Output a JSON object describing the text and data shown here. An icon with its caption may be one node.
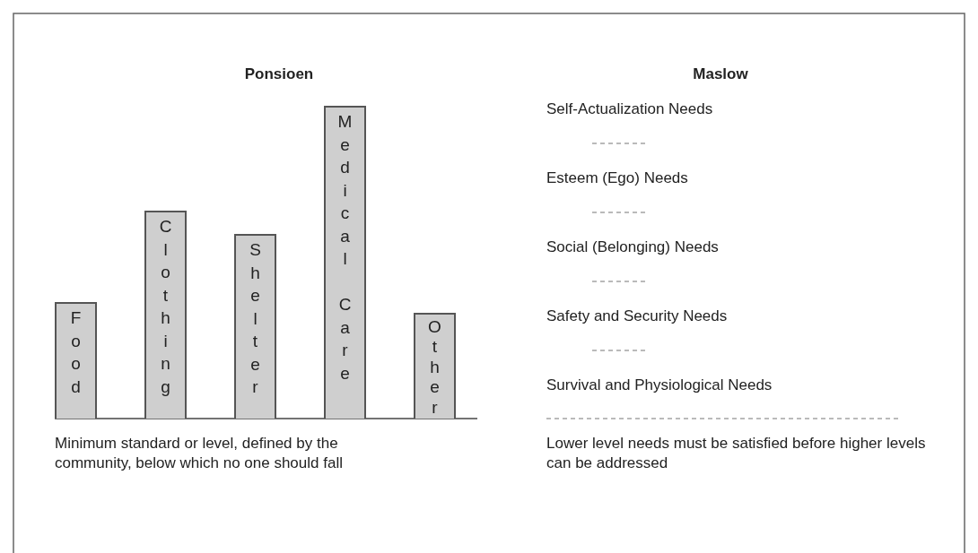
{
  "diagram": {
    "nodes": [
      {
        "text": [
          "Food"
        ]
      },
      {
        "text": [
          "Clothing"
        ]
      },
      {
        "text": [
          "Shelter"
        ]
      },
      {
        "text": [
          "Medical Care"
        ]
      },
      {
        "text": [
          "Other"
        ]
      }
    ],
    "labels": [
      "Ponsioen",
      "Maslow",
      "Self-Actualization Needs",
      "Esteem (Ego) Needs",
      "Social (Belonging) Needs",
      "Safety and Security Needs",
      "Survival and Physiological Needs",
      "Minimum standard or level, defined by the community, below which no one should fall",
      "Lower level needs must be satisfied before higher levels can be addressed"
    ]
  }
}
